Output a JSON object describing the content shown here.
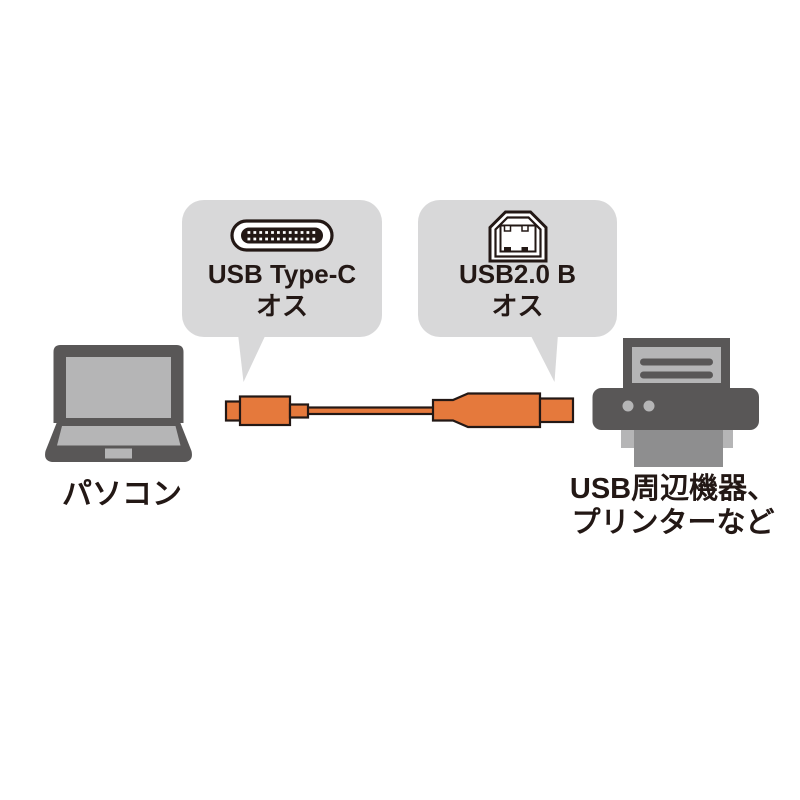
{
  "callouts": {
    "type_c": {
      "icon": "usb-type-c-plug-icon",
      "connector": "USB Type-C",
      "gender": "オス"
    },
    "usb_b": {
      "icon": "usb-b-plug-icon",
      "connector": "USB2.0 B",
      "gender": "オス"
    }
  },
  "devices": {
    "computer": {
      "icon": "laptop-icon",
      "label": "パソコン"
    },
    "peripheral": {
      "icon": "printer-icon",
      "label_line1": "USB周辺機器、",
      "label_line2": "プリンターなど"
    }
  },
  "cable": {
    "icon": "usb-cable-illustration",
    "left_plug": "USB Type-C",
    "right_plug": "USB2.0 B"
  },
  "colors": {
    "background": "#FFFFFF",
    "callout_bubble_gray": "#D8D8D9",
    "cable_orange": "#E5793C",
    "outline_dark": "#231815",
    "device_gray_dark": "#595757",
    "device_gray_light": "#B5B5B6",
    "paper_gray_medium": "#8E8E8F"
  }
}
